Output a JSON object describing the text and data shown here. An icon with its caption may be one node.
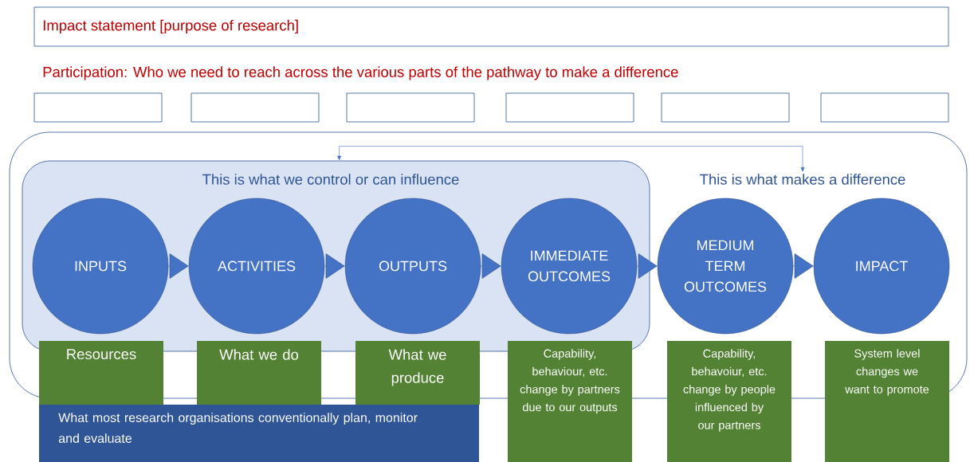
{
  "diagram": {
    "nodes": [
      {
        "text": [
          "Impact statement [purpose of research]"
        ]
      },
      {
        "text": [],
        "shape": "box"
      },
      {
        "text": [],
        "shape": "box"
      },
      {
        "text": [],
        "shape": "box"
      },
      {
        "text": [],
        "shape": "box"
      },
      {
        "text": [],
        "shape": "box"
      },
      {
        "text": [],
        "shape": "box"
      },
      {
        "text": [],
        "shape": "box"
      },
      {
        "text": [
          "This is what we control or can influence"
        ],
        "in": 7
      },
      {
        "text": [
          "This is what makes a difference"
        ],
        "in": 7
      },
      {
        "text": [
          "INPUTS"
        ],
        "in": 8
      },
      {
        "text": [
          "ACTIVITIES"
        ],
        "in": 8
      },
      {
        "text": [
          "OUTPUTS"
        ],
        "in": 8
      },
      {
        "text": [
          "IMMEDIATE OUTCOMES"
        ],
        "in": 8
      },
      {
        "text": [
          "MEDIUM TERM OUTCOMES"
        ],
        "in": 7
      },
      {
        "text": [
          "IMPACT"
        ],
        "in": 7
      },
      {
        "text": [
          "Resources"
        ]
      },
      {
        "text": [
          "What we do"
        ]
      },
      {
        "text": [
          "What we produce"
        ]
      },
      {
        "text": [
          "Capability, behaviour, etc. change by partners due to our outputs"
        ]
      },
      {
        "text": [
          "Capability, behavoiur, etc. change by people influenced by our partners"
        ]
      },
      {
        "text": [
          "System level changes we want to promote"
        ]
      },
      {
        "text": [
          "What most research organisations conventionally plan, monitor and evaluate"
        ]
      }
    ],
    "edges": [
      {
        "from": 8,
        "to": 9,
        "arrow": "both"
      },
      {
        "from": 10,
        "to": 11,
        "arrow": "to"
      },
      {
        "from": 11,
        "to": 12,
        "arrow": "to"
      },
      {
        "from": 12,
        "to": 13,
        "arrow": "to"
      },
      {
        "from": 13,
        "to": 14,
        "arrow": "to"
      },
      {
        "from": 14,
        "to": 15,
        "arrow": "to"
      }
    ],
    "labels": [
      "Participation: Who we need to reach across the various parts of the pathway to make a difference"
    ]
  }
}
